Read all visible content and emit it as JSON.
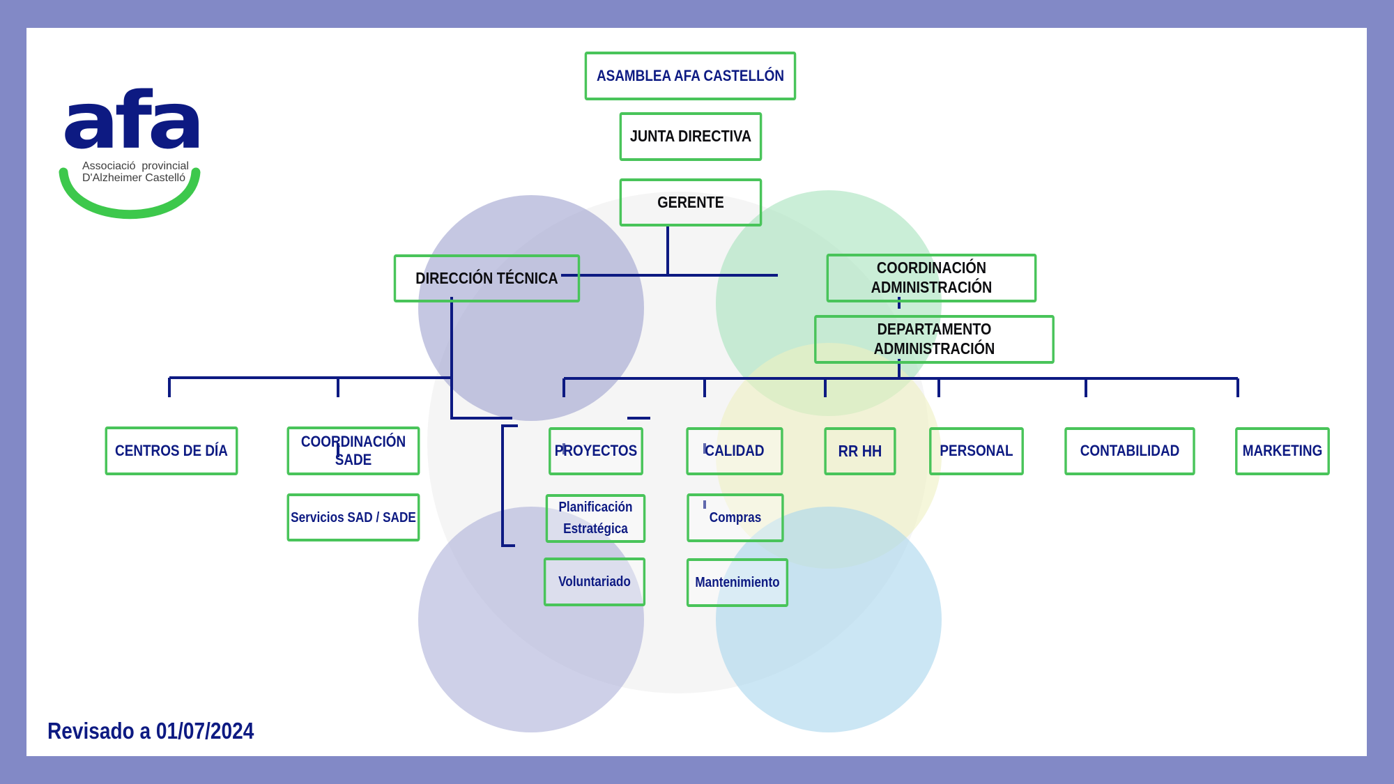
{
  "org_chart": {
    "asamblea": "ASAMBLEA AFA CASTELLÓN",
    "junta": "JUNTA DIRECTIVA",
    "gerente": "GERENTE",
    "direccion_tecnica": "DIRECCIÓN TÉCNICA",
    "coordinacion_administracion": [
      "COORDINACIÓN",
      "ADMINISTRACIÓN"
    ],
    "departamento_administracion": "DEPARTAMENTO ADMINISTRACIÓN",
    "centros_dia": "CENTROS DE DÍA",
    "coordinacion_sade": [
      "COORDINACIÓN",
      "SADE"
    ],
    "servicios_sad": "Servicios SAD / SADE",
    "proyectos": "PROYECTOS",
    "calidad": "CALIDAD",
    "planificacion": [
      "Planificación",
      "Estratégica"
    ],
    "voluntariado": "Voluntariado",
    "compras": "Compras",
    "mantenimiento": "Mantenimiento",
    "rrhh": "RR HH",
    "personal": "PERSONAL",
    "contabilidad": "CONTABILIDAD",
    "marketing": "MARKETING"
  },
  "logo": {
    "wordmark": "afa",
    "line1": "Associació  provincial",
    "line2": "D'Alzheimer Castelló"
  },
  "footer": "Revisado a 01/07/2024",
  "colors": {
    "frame": "#8289c6",
    "node_border": "#49c45a",
    "connector": "#0d1a82",
    "navy_text": "#0d1a82",
    "logo_green": "#3dc84c"
  }
}
